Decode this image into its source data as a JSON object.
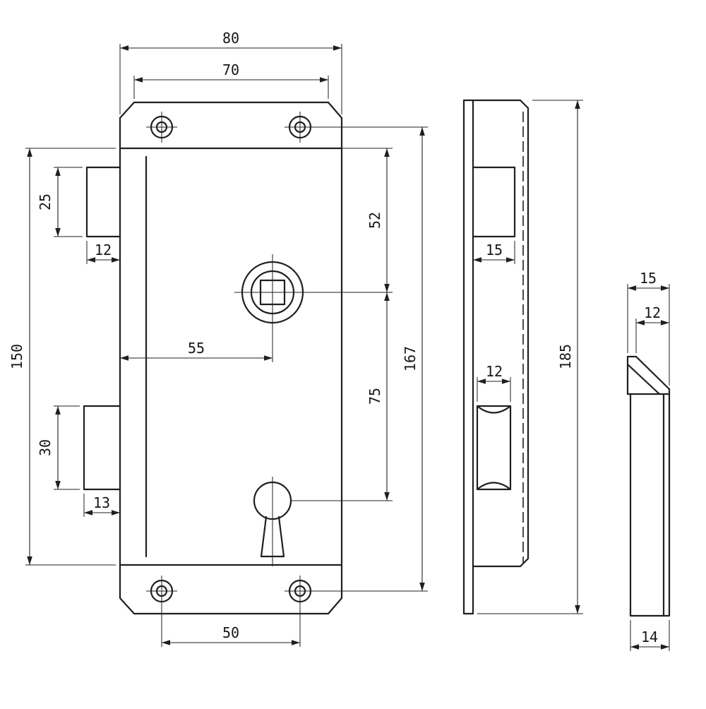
{
  "drawing": {
    "kind": "technical-dimension-drawing",
    "views": {
      "front": "front-view",
      "side": "side-view",
      "profile": "profile-view"
    }
  },
  "style": {
    "line_color": "#1f1f1f",
    "background": "#ffffff"
  },
  "dims": {
    "front": {
      "plate_width": "80",
      "plate_tab_width": "70",
      "latch_height": "25",
      "latch_protrusion": "12",
      "case_height": "150",
      "spindle_offset": "55",
      "bolt_height": "30",
      "bolt_protrusion": "13",
      "screw_spacing_bottom": "50",
      "spindle_from_top": "52",
      "keyhole_from_spindle": "75",
      "screw_centers_height": "167"
    },
    "side": {
      "latch_width": "15",
      "bolt_width": "12",
      "overall_height": "185"
    },
    "profile": {
      "latch_depth": "15",
      "latch_flat": "12",
      "case_depth": "14"
    }
  }
}
